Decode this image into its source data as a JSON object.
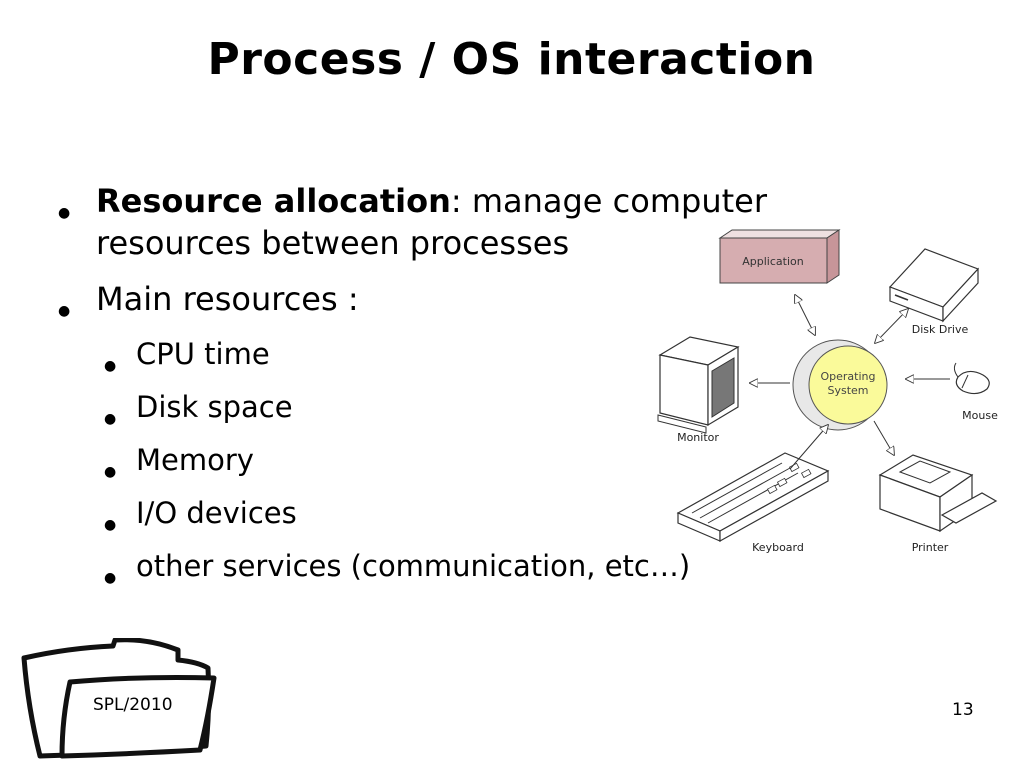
{
  "slide": {
    "title": "Process / OS interaction",
    "bullets": {
      "resource_term": "Resource allocation",
      "resource_desc_line1": ": manage computer",
      "resource_desc_line2": "resources between processes",
      "main_resources": "Main resources :",
      "sub_items": [
        "CPU time",
        "Disk space",
        "Memory",
        "I/O devices",
        "other services (communication, etc…)"
      ]
    }
  },
  "diagram": {
    "application": "Application",
    "os_line1": "Operating",
    "os_line2": "System",
    "disk_drive": "Disk Drive",
    "monitor": "Monitor",
    "mouse": "Mouse",
    "keyboard": "Keyboard",
    "printer": "Printer",
    "colors": {
      "application_fill": "#d6adb0",
      "os_fill": "#fafa9a"
    }
  },
  "footer": {
    "label": "SPL/2010",
    "page_number": "13"
  }
}
